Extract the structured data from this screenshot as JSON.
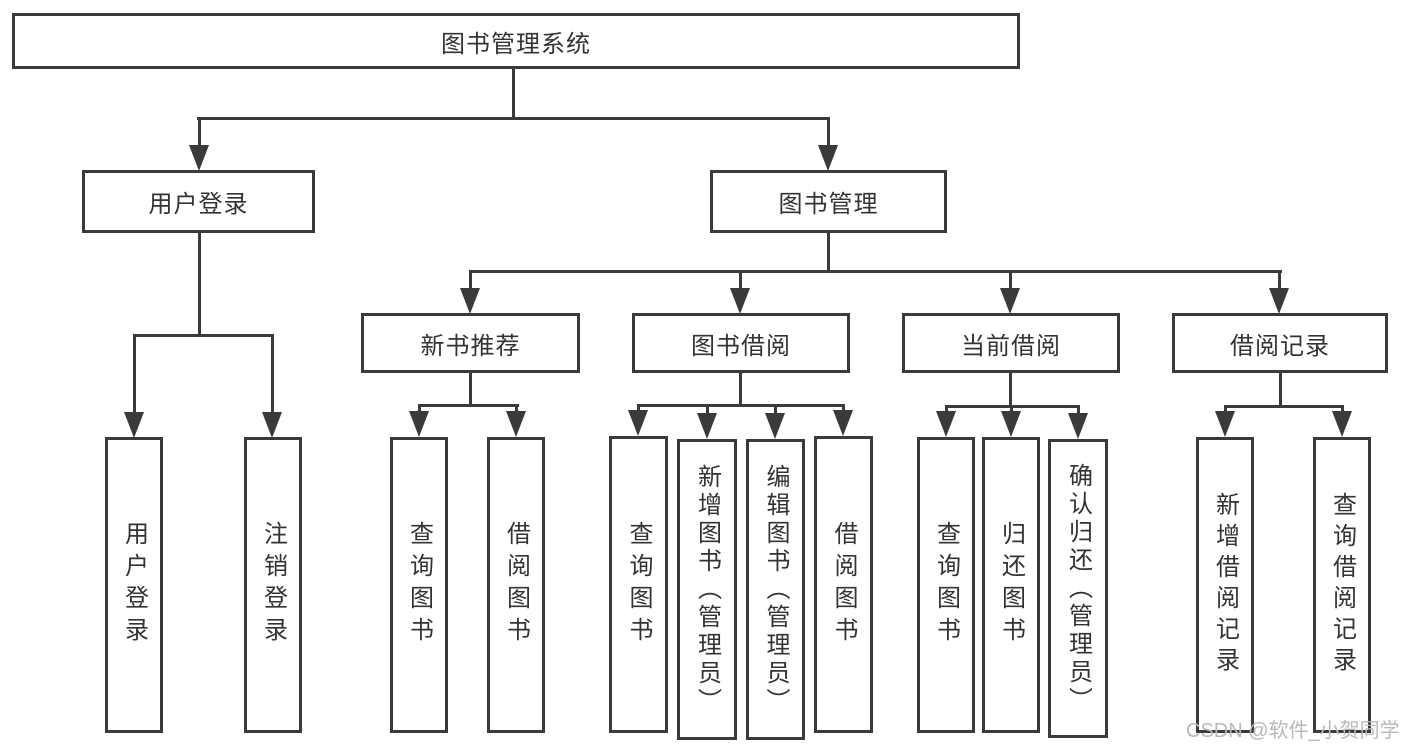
{
  "diagram": {
    "type": "hierarchy-tree",
    "watermark": "CSDN @软件_小贺同学",
    "colors": {
      "line": "#3a3a3a",
      "box_border": "#3a3a3a",
      "box_fill": "#ffffff",
      "text": "#333333",
      "watermark": "#b9b9b9",
      "background": "#ffffff"
    },
    "nodes": {
      "root": {
        "label": "图书管理系统"
      },
      "user_login": {
        "label": "用户登录"
      },
      "book_mgmt": {
        "label": "图书管理"
      },
      "new_book_rec": {
        "label": "新书推荐"
      },
      "book_borrow": {
        "label": "图书借阅"
      },
      "current_borrow": {
        "label": "当前借阅"
      },
      "borrow_record": {
        "label": "借阅记录"
      },
      "leaf_user_login": {
        "label": "用户登录"
      },
      "leaf_logout": {
        "label": "注销登录"
      },
      "leaf_query_book_1": {
        "label": "查询图书"
      },
      "leaf_borrow_book_1": {
        "label": "借阅图书"
      },
      "leaf_query_book_2": {
        "label": "查询图书"
      },
      "leaf_add_book": {
        "label": "新增图书（管理员）"
      },
      "leaf_edit_book": {
        "label": "编辑图书（管理员）"
      },
      "leaf_borrow_book_2": {
        "label": "借阅图书"
      },
      "leaf_query_book_3": {
        "label": "查询图书"
      },
      "leaf_return_book": {
        "label": "归还图书"
      },
      "leaf_confirm_return": {
        "label": "确认归还（管理员）"
      },
      "leaf_add_record": {
        "label": "新增借阅记录"
      },
      "leaf_query_record": {
        "label": "查询借阅记录"
      }
    },
    "structure": {
      "label": "图书管理系统",
      "children": [
        {
          "label": "用户登录",
          "children": [
            "用户登录",
            "注销登录"
          ]
        },
        {
          "label": "图书管理",
          "children": [
            {
              "label": "新书推荐",
              "children": [
                "查询图书",
                "借阅图书"
              ]
            },
            {
              "label": "图书借阅",
              "children": [
                "查询图书",
                "新增图书（管理员）",
                "编辑图书（管理员）",
                "借阅图书"
              ]
            },
            {
              "label": "当前借阅",
              "children": [
                "查询图书",
                "归还图书",
                "确认归还（管理员）"
              ]
            },
            {
              "label": "借阅记录",
              "children": [
                "新增借阅记录",
                "查询借阅记录"
              ]
            }
          ]
        }
      ]
    }
  }
}
